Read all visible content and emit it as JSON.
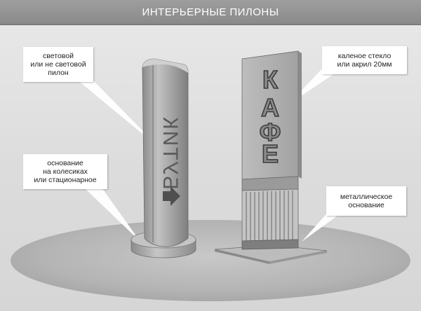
{
  "title": "ИНТЕРЬЕРНЫЕ ПИЛОНЫ",
  "callouts": {
    "light_pylon": {
      "lines": [
        "световой",
        "или не световой",
        "пилон"
      ]
    },
    "base": {
      "lines": [
        "основание",
        "на колесиках",
        "или стационарное"
      ]
    },
    "glass": {
      "lines": [
        "каленое стекло",
        "или акрил 20мм"
      ]
    },
    "metal_base": {
      "lines": [
        "металлическое",
        "основание"
      ]
    }
  },
  "pylon_left": {
    "sign_text": "БУТИК",
    "arrow": "right-arrow-icon"
  },
  "pylon_right": {
    "letters": [
      "К",
      "А",
      "Ф",
      "Е"
    ]
  },
  "colors": {
    "title_bar": "#939393",
    "background": "#e2e2e2",
    "floor": "#b4b4b4",
    "pylon": "#a8a8a8",
    "glass": "#b3b3b3",
    "letter": "#8a8a8a"
  }
}
